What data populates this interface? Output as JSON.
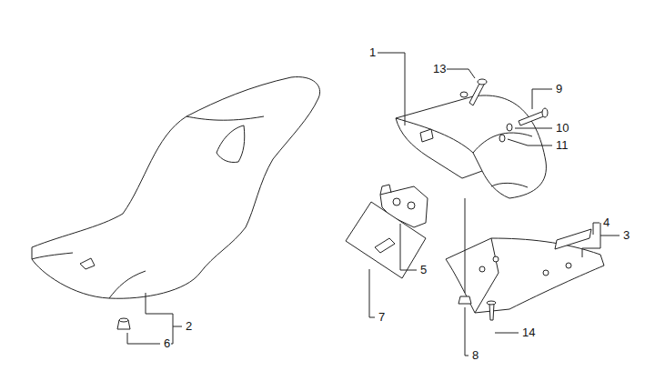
{
  "diagram": {
    "labels": [
      "1",
      "13",
      "9",
      "10",
      "11",
      "4",
      "3",
      "5",
      "7",
      "8",
      "14",
      "2",
      "6"
    ]
  }
}
